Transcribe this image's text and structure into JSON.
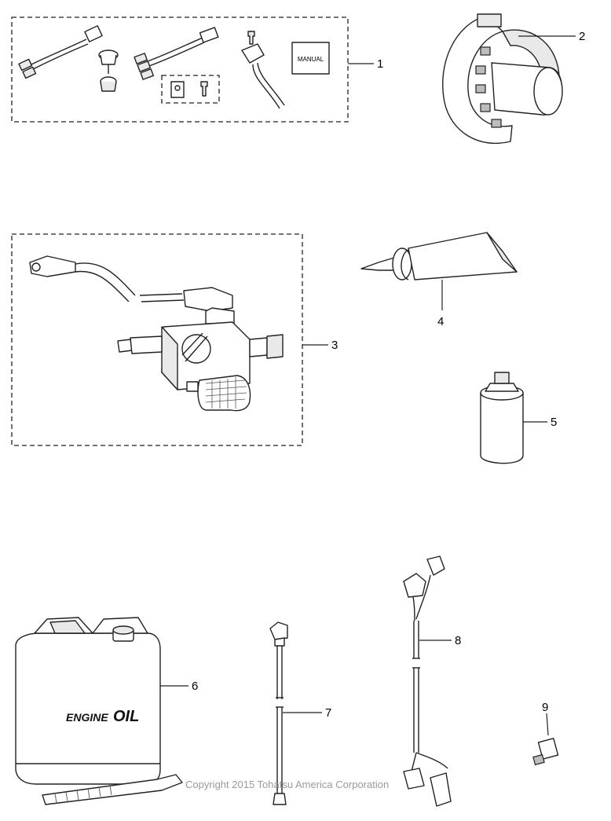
{
  "callouts": [
    {
      "id": "1",
      "label": "1"
    },
    {
      "id": "2",
      "label": "2"
    },
    {
      "id": "3",
      "label": "3"
    },
    {
      "id": "4",
      "label": "4"
    },
    {
      "id": "5",
      "label": "5"
    },
    {
      "id": "6",
      "label": "6"
    },
    {
      "id": "7",
      "label": "7"
    },
    {
      "id": "8",
      "label": "8"
    },
    {
      "id": "9",
      "label": "9"
    }
  ],
  "manual_label": "MANUAL",
  "oil_brand_text": {
    "word1": "ENGINE",
    "word2": "OIL"
  },
  "copyright": "Copyright 2015 Tohatsu America Corporation"
}
